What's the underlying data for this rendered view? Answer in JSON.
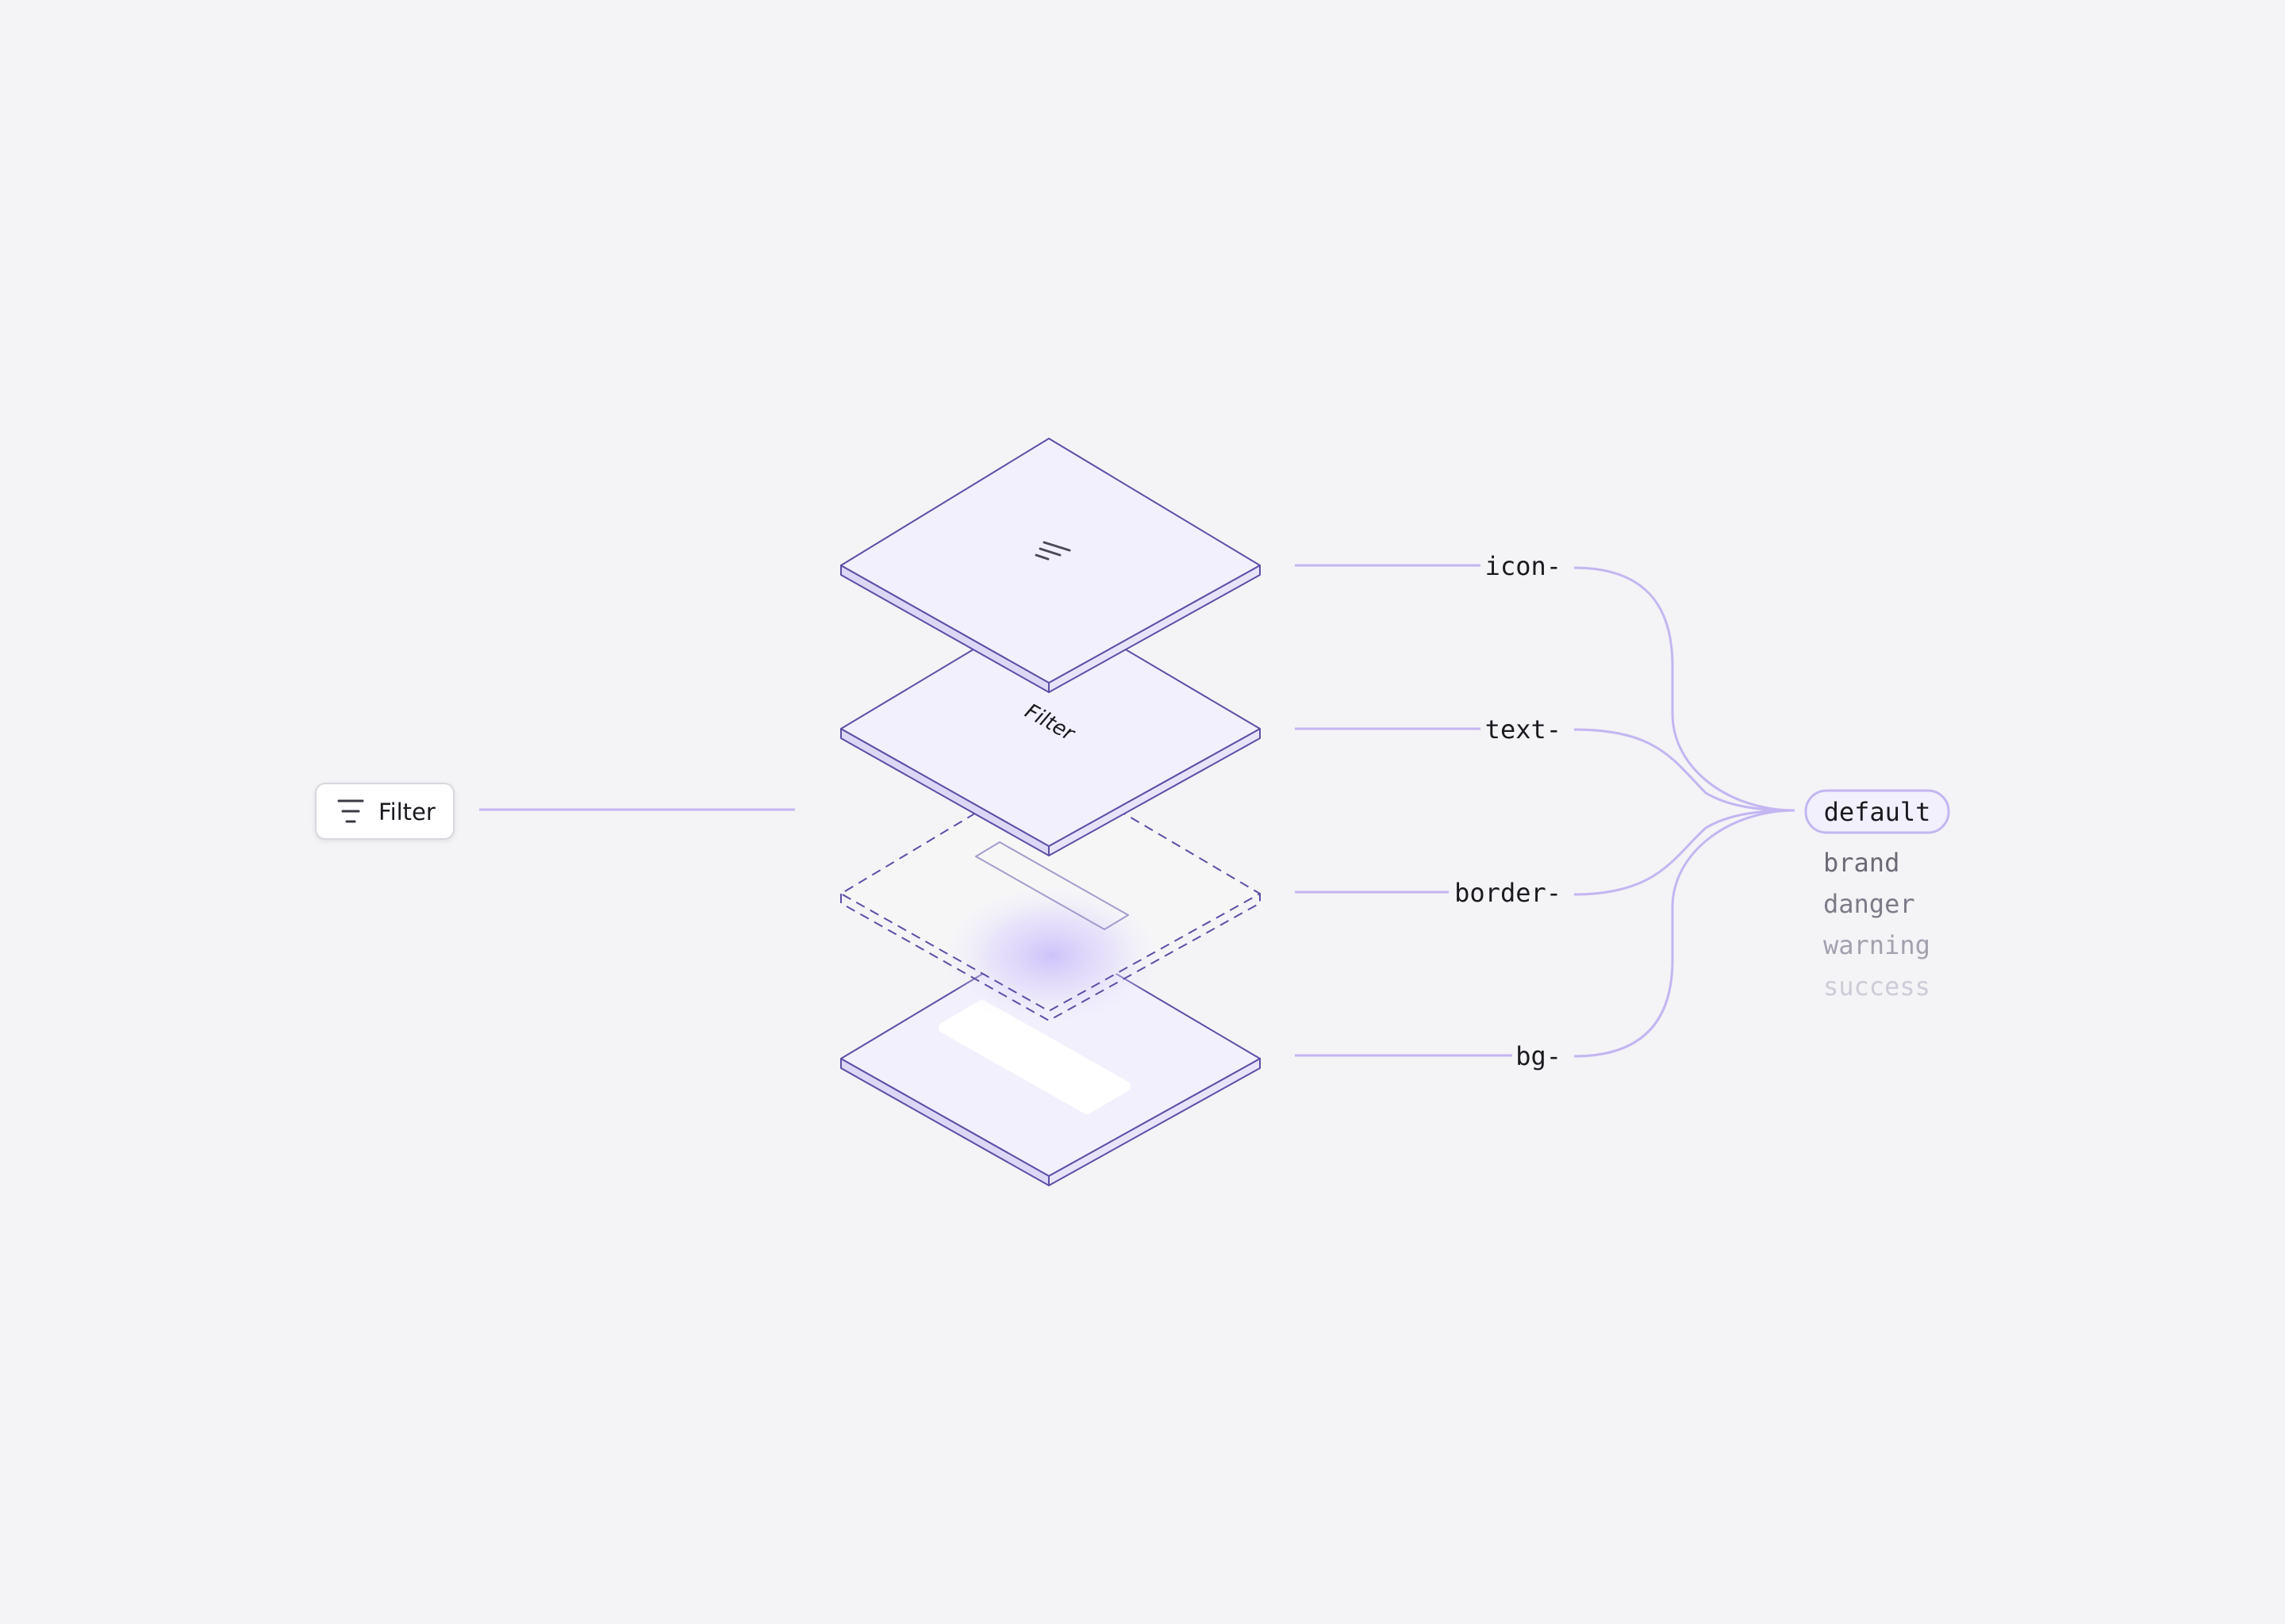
{
  "button": {
    "label": "Filter",
    "icon": "filter-icon"
  },
  "layers": {
    "icon": {
      "label": "icon-",
      "content_icon": "filter-lines-icon"
    },
    "text": {
      "label": "text-",
      "content": "Filter"
    },
    "border": {
      "label": "border-"
    },
    "bg": {
      "label": "bg-"
    }
  },
  "variants": {
    "selected": "default",
    "options": [
      "brand",
      "danger",
      "warning",
      "success"
    ]
  },
  "colors": {
    "background": "#f4f3f6",
    "accent": "#c3b6f1",
    "layer_fill": "#f2f0fd",
    "layer_stroke": "#5b4fa6",
    "text": "#1a1a1f"
  }
}
